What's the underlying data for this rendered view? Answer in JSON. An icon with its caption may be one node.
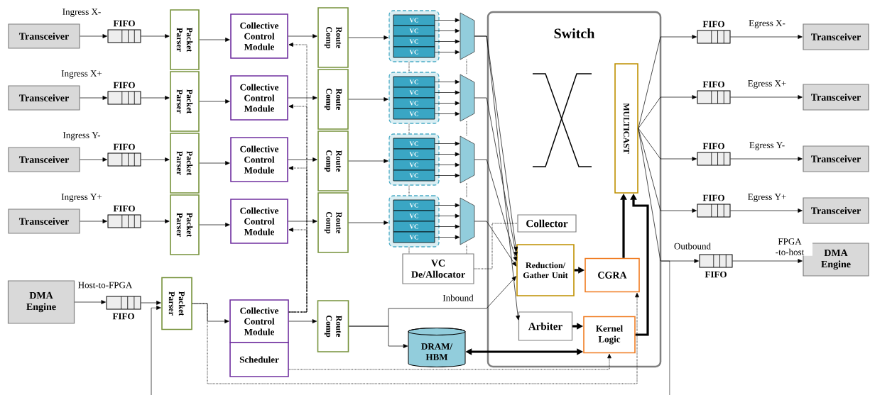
{
  "diagram": {
    "nodes": [
      {
        "text": [
          "Transceiver"
        ]
      },
      {
        "text": [
          "FIFO"
        ]
      },
      {
        "text": [
          "Packet Parser"
        ]
      },
      {
        "text": [
          "Collective Control Module"
        ]
      },
      {
        "text": [
          "Route Comp"
        ]
      },
      {
        "text": [],
        "shape": "box"
      },
      {
        "text": [
          "VC"
        ],
        "in": 5
      },
      {
        "text": [
          "VC"
        ],
        "in": 5
      },
      {
        "text": [
          "VC"
        ],
        "in": 5
      },
      {
        "text": [
          "VC"
        ],
        "in": 5
      },
      {
        "text": [],
        "shape": "trapezoid"
      },
      {
        "text": [
          "Transceiver"
        ]
      },
      {
        "text": [
          "FIFO"
        ]
      },
      {
        "text": [
          "Packet Parser"
        ]
      },
      {
        "text": [
          "Collective Control Module"
        ]
      },
      {
        "text": [
          "Route Comp"
        ]
      },
      {
        "text": [],
        "shape": "box"
      },
      {
        "text": [
          "VC"
        ],
        "in": 16
      },
      {
        "text": [
          "VC"
        ],
        "in": 16
      },
      {
        "text": [
          "VC"
        ],
        "in": 16
      },
      {
        "text": [
          "VC"
        ],
        "in": 16
      },
      {
        "text": [],
        "shape": "trapezoid"
      },
      {
        "text": [
          "Transceiver"
        ]
      },
      {
        "text": [
          "FIFO"
        ]
      },
      {
        "text": [
          "Packet Parser"
        ]
      },
      {
        "text": [
          "Collective Control Module"
        ]
      },
      {
        "text": [
          "Route Comp"
        ]
      },
      {
        "text": [],
        "shape": "box"
      },
      {
        "text": [
          "VC"
        ],
        "in": 27
      },
      {
        "text": [
          "VC"
        ],
        "in": 27
      },
      {
        "text": [
          "VC"
        ],
        "in": 27
      },
      {
        "text": [
          "VC"
        ],
        "in": 27
      },
      {
        "text": [],
        "shape": "trapezoid"
      },
      {
        "text": [
          "Transceiver"
        ]
      },
      {
        "text": [
          "FIFO"
        ]
      },
      {
        "text": [
          "Packet Parser"
        ]
      },
      {
        "text": [
          "Collective Control Module"
        ]
      },
      {
        "text": [
          "Route Comp"
        ]
      },
      {
        "text": [],
        "shape": "box"
      },
      {
        "text": [
          "VC"
        ],
        "in": 38
      },
      {
        "text": [
          "VC"
        ],
        "in": 38
      },
      {
        "text": [
          "VC"
        ],
        "in": 38
      },
      {
        "text": [
          "VC"
        ],
        "in": 38
      },
      {
        "text": [],
        "shape": "trapezoid"
      },
      {
        "text": [
          "VC De/Allocator"
        ]
      },
      {
        "text": [
          "DMA Engine"
        ]
      },
      {
        "text": [
          "FIFO"
        ]
      },
      {
        "text": [
          "Packet Parser"
        ]
      },
      {
        "text": [
          "Collective Control Module"
        ]
      },
      {
        "text": [
          "Scheduler"
        ]
      },
      {
        "text": [
          "Route Comp"
        ]
      },
      {
        "text": [
          "DRAM/ HBM"
        ]
      },
      {
        "text": [
          "Switch"
        ]
      },
      {
        "text": [
          "MULTICAST"
        ],
        "in": 52
      },
      {
        "text": [
          "Collector"
        ],
        "in": 52
      },
      {
        "text": [
          "Reduction/ Gather Unit"
        ],
        "in": 52
      },
      {
        "text": [
          "CGRA"
        ],
        "in": 52
      },
      {
        "text": [
          "Arbiter"
        ],
        "in": 52
      },
      {
        "text": [
          "Kernel Logic"
        ],
        "in": 52
      },
      {
        "text": [
          "FIFO"
        ]
      },
      {
        "text": [
          "Transceiver"
        ]
      },
      {
        "text": [
          "FIFO"
        ]
      },
      {
        "text": [
          "Transceiver"
        ]
      },
      {
        "text": [
          "FIFO"
        ]
      },
      {
        "text": [
          "Transceiver"
        ]
      },
      {
        "text": [
          "FIFO"
        ]
      },
      {
        "text": [
          "Transceiver"
        ]
      },
      {
        "text": [
          "FIFO"
        ]
      },
      {
        "text": [
          "DMA Engine"
        ]
      }
    ],
    "edges": [
      {
        "from": 0,
        "to": 1,
        "arrow": "to",
        "label": "Ingress X-"
      },
      {
        "from": 1,
        "to": 2,
        "arrow": "to"
      },
      {
        "from": 2,
        "to": 3,
        "arrow": "to"
      },
      {
        "from": 3,
        "to": 4,
        "arrow": "to"
      },
      {
        "from": 4,
        "to": 5,
        "arrow": "to"
      },
      {
        "from": 6,
        "to": 10,
        "arrow": "to"
      },
      {
        "from": 7,
        "to": 10,
        "arrow": "to"
      },
      {
        "from": 8,
        "to": 10,
        "arrow": "to"
      },
      {
        "from": 9,
        "to": 10,
        "arrow": "to"
      },
      {
        "from": 10,
        "to": 55,
        "arrow": "to"
      },
      {
        "from": 11,
        "to": 12,
        "arrow": "to",
        "label": "Ingress X+"
      },
      {
        "from": 12,
        "to": 13,
        "arrow": "to"
      },
      {
        "from": 13,
        "to": 14,
        "arrow": "to"
      },
      {
        "from": 14,
        "to": 15,
        "arrow": "to"
      },
      {
        "from": 15,
        "to": 16,
        "arrow": "to"
      },
      {
        "from": 17,
        "to": 21,
        "arrow": "to"
      },
      {
        "from": 18,
        "to": 21,
        "arrow": "to"
      },
      {
        "from": 19,
        "to": 21,
        "arrow": "to"
      },
      {
        "from": 20,
        "to": 21,
        "arrow": "to"
      },
      {
        "from": 21,
        "to": 55,
        "arrow": "to"
      },
      {
        "from": 22,
        "to": 23,
        "arrow": "to",
        "label": "Ingress Y-"
      },
      {
        "from": 23,
        "to": 24,
        "arrow": "to"
      },
      {
        "from": 24,
        "to": 25,
        "arrow": "to"
      },
      {
        "from": 25,
        "to": 26,
        "arrow": "to"
      },
      {
        "from": 26,
        "to": 27,
        "arrow": "to"
      },
      {
        "from": 28,
        "to": 32,
        "arrow": "to"
      },
      {
        "from": 29,
        "to": 32,
        "arrow": "to"
      },
      {
        "from": 30,
        "to": 32,
        "arrow": "to"
      },
      {
        "from": 31,
        "to": 32,
        "arrow": "to"
      },
      {
        "from": 32,
        "to": 55,
        "arrow": "to"
      },
      {
        "from": 33,
        "to": 34,
        "arrow": "to",
        "label": "Ingress Y+"
      },
      {
        "from": 34,
        "to": 35,
        "arrow": "to"
      },
      {
        "from": 35,
        "to": 36,
        "arrow": "to"
      },
      {
        "from": 36,
        "to": 37,
        "arrow": "to"
      },
      {
        "from": 37,
        "to": 38,
        "arrow": "to"
      },
      {
        "from": 39,
        "to": 43,
        "arrow": "to"
      },
      {
        "from": 40,
        "to": 43,
        "arrow": "to"
      },
      {
        "from": 41,
        "to": 43,
        "arrow": "to"
      },
      {
        "from": 42,
        "to": 43,
        "arrow": "to"
      },
      {
        "from": 43,
        "to": 55,
        "arrow": "to"
      },
      {
        "from": 5,
        "to": 16,
        "arrow": "none",
        "style": "dashed"
      },
      {
        "from": 16,
        "to": 27,
        "arrow": "none",
        "style": "dashed"
      },
      {
        "from": 27,
        "to": 38,
        "arrow": "none",
        "style": "dashed"
      },
      {
        "from": 38,
        "to": 44,
        "arrow": "none",
        "style": "dashed"
      },
      {
        "from": 10,
        "to": 21,
        "arrow": "none",
        "style": "dashed"
      },
      {
        "from": 21,
        "to": 32,
        "arrow": "none",
        "style": "dashed"
      },
      {
        "from": 32,
        "to": 43,
        "arrow": "none",
        "style": "dashed"
      },
      {
        "from": 43,
        "to": 44,
        "arrow": "none",
        "style": "dashed"
      },
      {
        "from": 44,
        "to": 54,
        "arrow": "none",
        "style": "dashed"
      },
      {
        "from": 10,
        "to": 57,
        "arrow": "to"
      },
      {
        "from": 45,
        "to": 46,
        "arrow": "to",
        "label": "Host-to-FPGA"
      },
      {
        "from": 46,
        "to": 47,
        "arrow": "to"
      },
      {
        "from": null,
        "to": 47,
        "arrow": "to"
      },
      {
        "from": 47,
        "to": 48,
        "arrow": "to"
      },
      {
        "from": 47,
        "to": 56,
        "arrow": "to",
        "style": "dashed"
      },
      {
        "from": 49,
        "to": 58,
        "arrow": "to",
        "style": "dashed"
      },
      {
        "from": 48,
        "to": 3,
        "arrow": "to",
        "style": "dashed"
      },
      {
        "from": 48,
        "to": 14,
        "arrow": "to",
        "style": "dashed"
      },
      {
        "from": 48,
        "to": 25,
        "arrow": "to",
        "style": "dashed"
      },
      {
        "from": 48,
        "to": 36,
        "arrow": "to",
        "style": "dashed"
      },
      {
        "from": 48,
        "to": 50,
        "arrow": "to"
      },
      {
        "from": 50,
        "to": 55,
        "arrow": "to",
        "label": "Inbound"
      },
      {
        "from": 50,
        "to": 51,
        "arrow": "to"
      },
      {
        "from": 51,
        "to": 58,
        "arrow": "both",
        "style": "thick"
      },
      {
        "from": 55,
        "to": 56,
        "arrow": "to",
        "style": "thick"
      },
      {
        "from": 57,
        "to": 58,
        "arrow": "to",
        "style": "thick"
      },
      {
        "from": 56,
        "to": 53,
        "arrow": "to",
        "style": "thick"
      },
      {
        "from": 58,
        "to": 53,
        "arrow": "to",
        "style": "thick"
      },
      {
        "from": 53,
        "to": 59,
        "arrow": "to"
      },
      {
        "from": 53,
        "to": 61,
        "arrow": "to"
      },
      {
        "from": 53,
        "to": 63,
        "arrow": "to"
      },
      {
        "from": 53,
        "to": 65,
        "arrow": "to"
      },
      {
        "from": 53,
        "to": 67,
        "arrow": "to",
        "label": "Outbound"
      },
      {
        "from": 59,
        "to": 60,
        "arrow": "to",
        "label": "Egress X-"
      },
      {
        "from": 61,
        "to": 62,
        "arrow": "to",
        "label": "Egress X+"
      },
      {
        "from": 63,
        "to": 64,
        "arrow": "to",
        "label": "Egress Y-"
      },
      {
        "from": 65,
        "to": 66,
        "arrow": "to",
        "label": "Egress Y+"
      },
      {
        "from": 67,
        "to": 68,
        "arrow": "to",
        "label": "FPGA -to-host"
      },
      {
        "from": 52,
        "to": null,
        "arrow": "none"
      }
    ]
  }
}
